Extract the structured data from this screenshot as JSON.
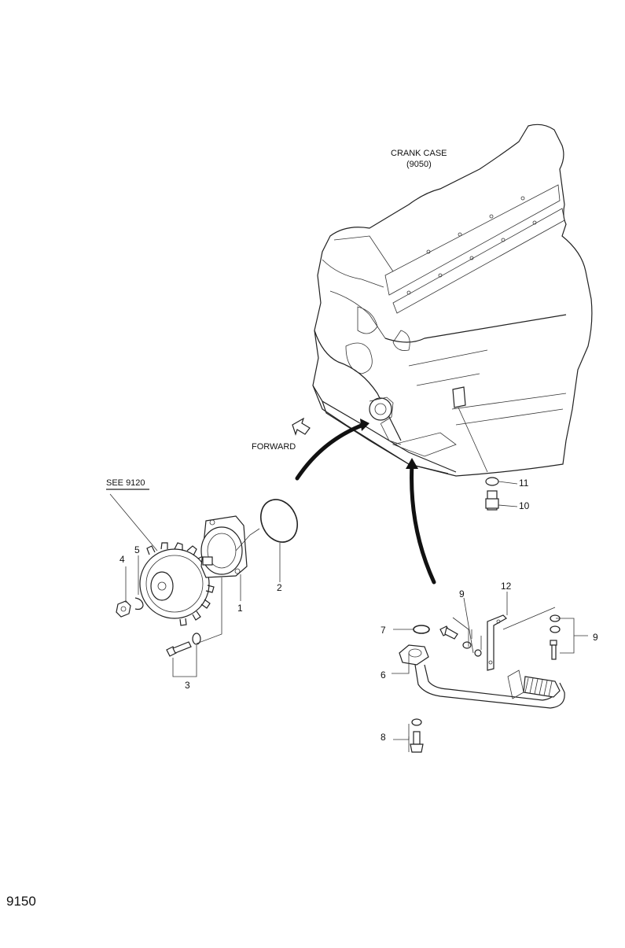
{
  "labels": {
    "crank_case_line1": "CRANK CASE",
    "crank_case_line2": "(9050)",
    "forward": "FORWARD",
    "see_ref": "SEE 9120"
  },
  "callouts": [
    "1",
    "2",
    "3",
    "4",
    "5",
    "6",
    "7",
    "8",
    "9",
    "9",
    "10",
    "11",
    "12"
  ],
  "page_number": "9150"
}
